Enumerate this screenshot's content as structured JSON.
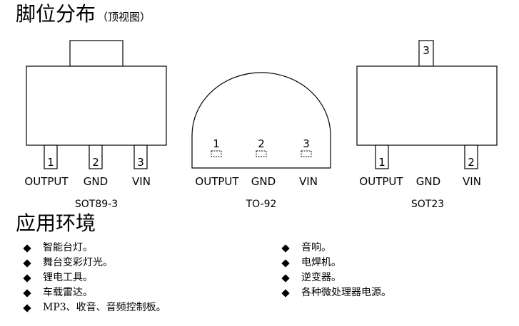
{
  "pinout": {
    "title": "脚位分布",
    "subtitle": "（顶视图）",
    "packages": [
      {
        "name": "SOT89-3",
        "pins": [
          {
            "number": "1",
            "label": "OUTPUT"
          },
          {
            "number": "2",
            "label": "GND"
          },
          {
            "number": "3",
            "label": "VIN"
          }
        ]
      },
      {
        "name": "TO-92",
        "pins": [
          {
            "number": "1",
            "label": "OUTPUT"
          },
          {
            "number": "2",
            "label": "GND"
          },
          {
            "number": "3",
            "label": "VIN"
          }
        ]
      },
      {
        "name": "SOT23",
        "top_pin": "3",
        "pins": [
          {
            "number": "1",
            "label": "OUTPUT"
          },
          {
            "number": "2",
            "label": "VIN"
          }
        ],
        "middle_label": "GND"
      }
    ]
  },
  "applications": {
    "title": "应用环境",
    "left": [
      "智能台灯。",
      "舞台变彩灯光。",
      "锂电工具。",
      "车载雷达。",
      "MP3、收音、音频控制板。"
    ],
    "right": [
      "音响。",
      "电焊机。",
      "逆变器。",
      "各种微处理器电源。"
    ]
  }
}
